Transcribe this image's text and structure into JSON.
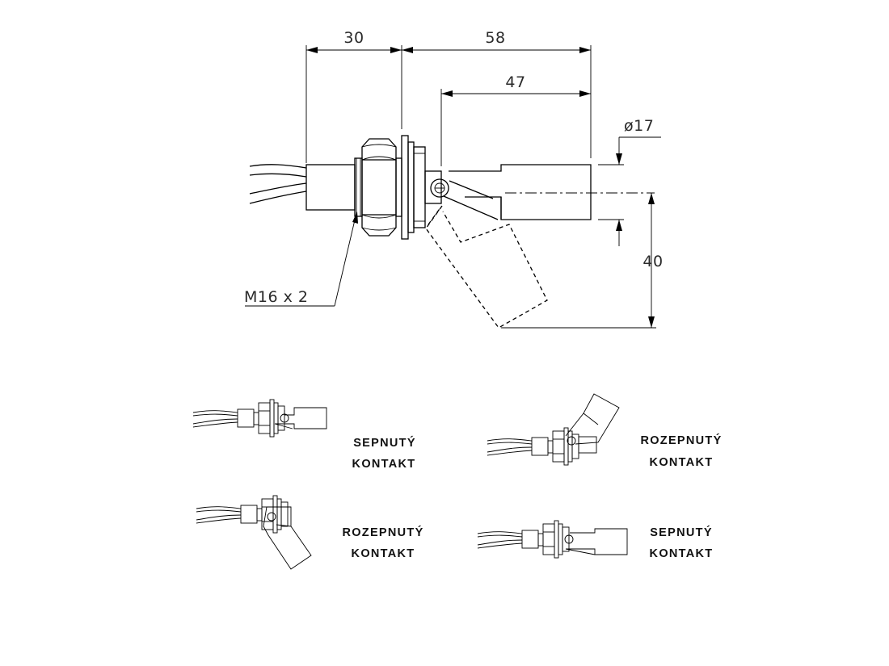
{
  "dimensions": {
    "overall_left": "30",
    "overall_right": "58",
    "float_length": "47",
    "diameter": "ø17",
    "drop": "40",
    "thread": "M16 x 2"
  },
  "states": [
    {
      "line1": "SEPNUTÝ",
      "line2": "KONTAKT"
    },
    {
      "line1": "ROZEPNUTÝ",
      "line2": "KONTAKT"
    },
    {
      "line1": "ROZEPNUTÝ",
      "line2": "KONTAKT"
    },
    {
      "line1": "SEPNUTÝ",
      "line2": "KONTAKT"
    }
  ]
}
